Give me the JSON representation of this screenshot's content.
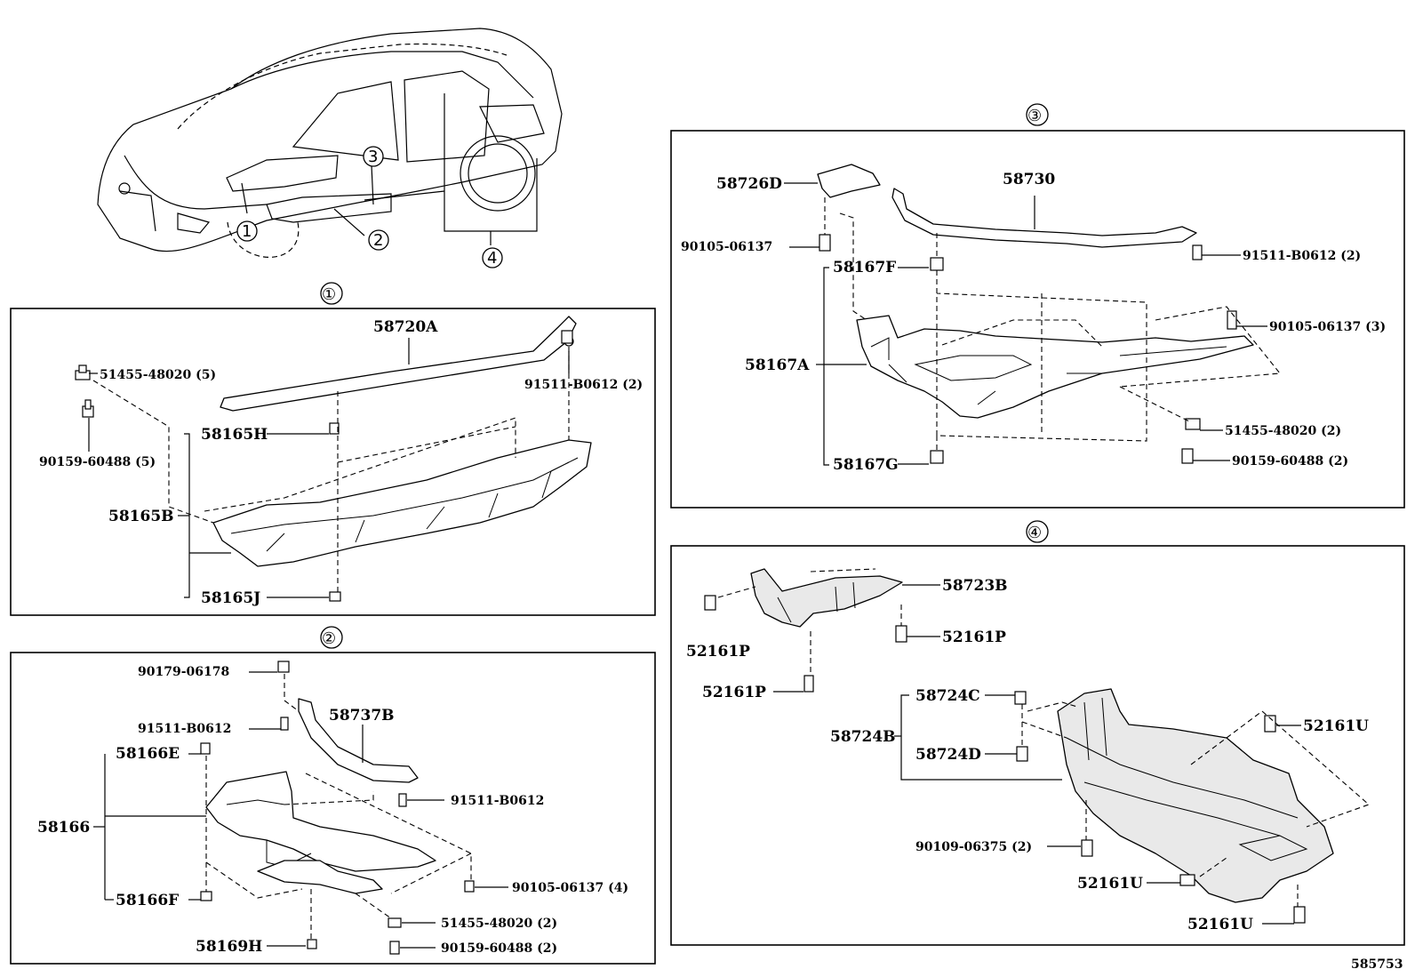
{
  "diagram_id": "585753",
  "overview": {
    "callouts": [
      "①",
      "②",
      "③",
      "④"
    ],
    "labels": [
      "3",
      "1",
      "2",
      "4"
    ]
  },
  "sections": {
    "s1": {
      "marker": "①",
      "labels": {
        "p58720A": "58720A",
        "p51455": "51455-48020 (5)",
        "p91511": "91511-B0612 (2)",
        "p58165H": "58165H",
        "p90159": "90159-60488 (5)",
        "p58165B": "58165B",
        "p58165J": "58165J"
      }
    },
    "s2": {
      "marker": "②",
      "labels": {
        "p90179": "90179-06178",
        "p91511a": "91511-B0612",
        "p58737B": "58737B",
        "p58166E": "58166E",
        "p91511b": "91511-B0612",
        "p58166": "58166",
        "p90105": "90105-06137 (4)",
        "p58166F": "58166F",
        "p51455": "51455-48020 (2)",
        "p58169H": "58169H",
        "p90159": "90159-60488 (2)"
      }
    },
    "s3": {
      "marker": "③",
      "labels": {
        "p58726D": "58726D",
        "p58730": "58730",
        "p90105a": "90105-06137",
        "p91511": "91511-B0612 (2)",
        "p58167F": "58167F",
        "p90105b": "90105-06137 (3)",
        "p58167A": "58167A",
        "p51455": "51455-48020 (2)",
        "p58167G": "58167G",
        "p90159": "90159-60488 (2)"
      }
    },
    "s4": {
      "marker": "④",
      "labels": {
        "p58723B": "58723B",
        "p52161Pa": "52161P",
        "p52161Pb": "52161P",
        "p52161Pc": "52161P",
        "p58724C": "58724C",
        "p58724B": "58724B",
        "p52161Ua": "52161U",
        "p58724D": "58724D",
        "p90109": "90109-06375 (2)",
        "p52161Ub": "52161U",
        "p52161Uc": "52161U"
      }
    }
  }
}
